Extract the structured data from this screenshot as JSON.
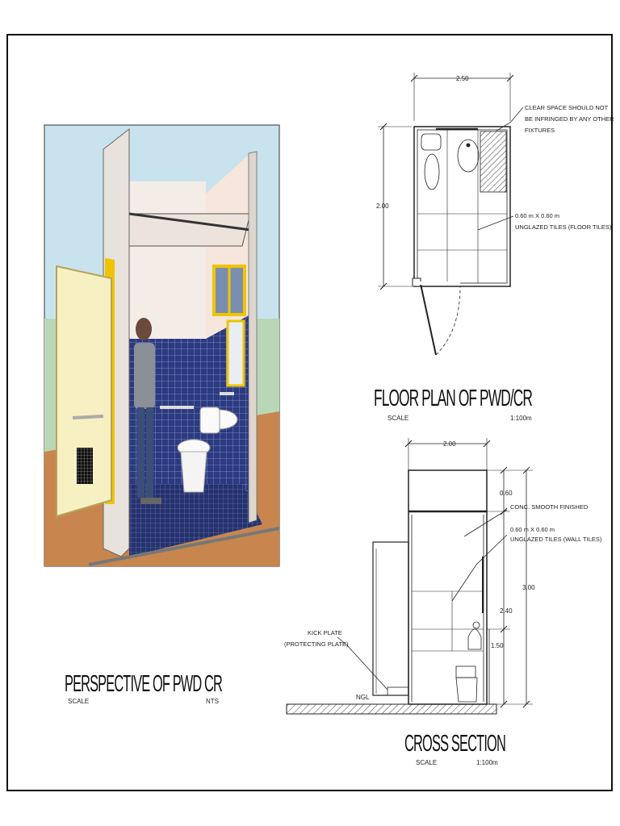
{
  "perspective": {
    "title": "PERSPECTIVE OF PWD CR",
    "scale_label": "SCALE",
    "scale_value": "NTS"
  },
  "floor_plan": {
    "title": "FLOOR PLAN OF PWD/CR",
    "scale_label": "SCALE",
    "scale_value": "1:100m",
    "dim_width": "2.50",
    "dim_depth": "2.00",
    "note_clear_space": [
      "CLEAR SPACE SHOULD NOT",
      "BE INFRINGED BY ANY OTHER",
      "FIXTURES"
    ],
    "note_floor_tiles": [
      "0.60 m X 0.60 m",
      "UNGLAZED TILES (FLOOR TILES)"
    ]
  },
  "cross_section": {
    "title": "CROSS SECTION",
    "scale_label": "SCALE",
    "scale_value": "1:100m",
    "dim_width": "2.00",
    "dim_060": "0.60",
    "dim_300": "3.00",
    "dim_240": "2.40",
    "dim_150": "1.50",
    "note_conc": "CONC. SMOOTH FINISHED",
    "note_wall_tiles": [
      "0.60 m X 0.60 m",
      "UNGLAZED TILES (WALL TILES)"
    ],
    "note_kick_plate": [
      "KICK PLATE",
      "(PROTECTING PLATE)"
    ],
    "ngl": "NGL"
  },
  "colors": {
    "sky": "#c9e3ee",
    "door": "#f7f0c2",
    "tile": "#2c3a80",
    "floor": "#c8864e",
    "frame": "#f0c400"
  }
}
